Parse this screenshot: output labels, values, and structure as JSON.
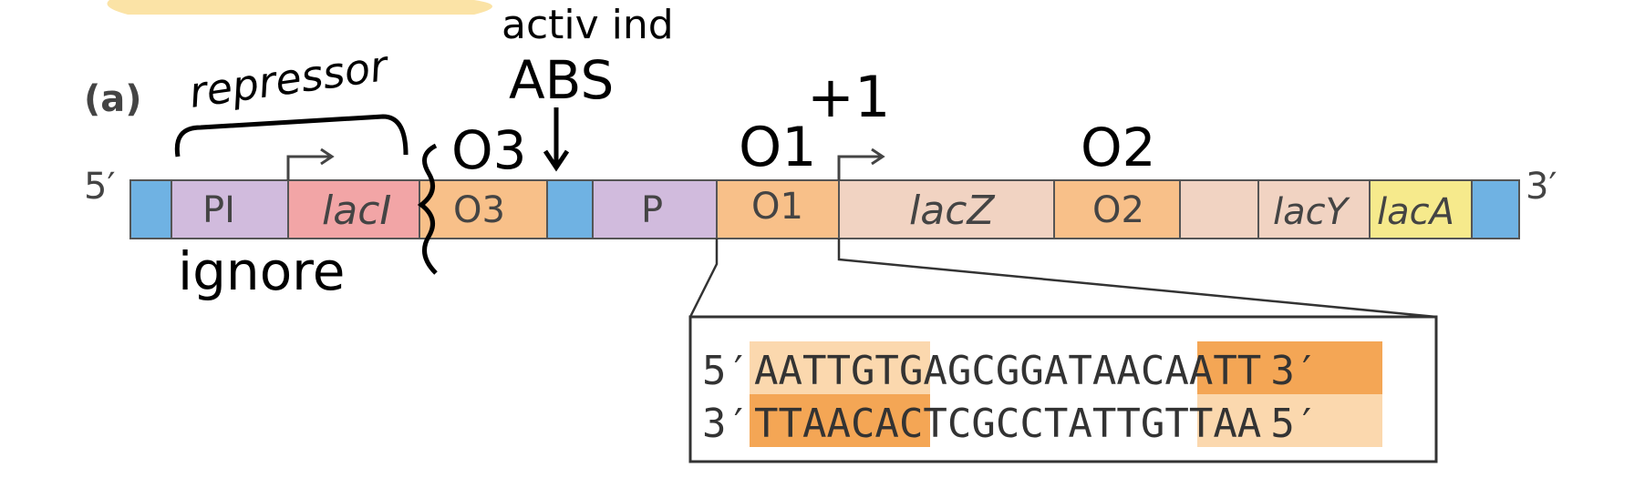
{
  "panel_label": "(a)",
  "strand": {
    "left_end": "5′",
    "right_end": "3′",
    "segments": [
      {
        "id": "seg-blue-1",
        "label": "",
        "color": "#6fb2e3"
      },
      {
        "id": "seg-pi",
        "label": "PI",
        "color": "#d1bbdd"
      },
      {
        "id": "seg-laci",
        "label": "lacI",
        "color": "#f2a5a6"
      },
      {
        "id": "seg-o3",
        "label": "O3",
        "color": "#f8c089"
      },
      {
        "id": "seg-blue-2",
        "label": "",
        "color": "#6fb2e3"
      },
      {
        "id": "seg-p",
        "label": "P",
        "color": "#d1bbdd"
      },
      {
        "id": "seg-o1",
        "label": "O1",
        "color": "#f8c089"
      },
      {
        "id": "seg-lacz",
        "label": "lacZ",
        "color": "#f1d3c2"
      },
      {
        "id": "seg-o2",
        "label": "O2",
        "color": "#f8c089"
      },
      {
        "id": "seg-gap",
        "label": "",
        "color": "#f1d3c2"
      },
      {
        "id": "seg-lacy",
        "label": "lacY",
        "color": "#f1d3c2"
      },
      {
        "id": "seg-laca",
        "label": "lacA",
        "color": "#f6ea8c"
      },
      {
        "id": "seg-blue-3",
        "label": "",
        "color": "#6fb2e3"
      }
    ]
  },
  "inset": {
    "top": {
      "left": "5′",
      "boxA": "AATTGT",
      "middle": "GAGCGGATA",
      "boxB": "ACAATT",
      "right": "3′"
    },
    "bottom": {
      "left": "3′",
      "boxA": "TTAACA",
      "middle": "CTCGCCTAT",
      "boxB": "TGTTAA",
      "right": "5′"
    },
    "colors": {
      "dark": "#f4a655",
      "light": "#fbd8ae"
    }
  },
  "handwriting": {
    "repressor": "repressor",
    "ignore": "ignore",
    "activ_ind": "activ ind",
    "abs": "ABS",
    "o3": "O3",
    "o1": "O1",
    "plus_one": "+1",
    "o2": "O2"
  }
}
